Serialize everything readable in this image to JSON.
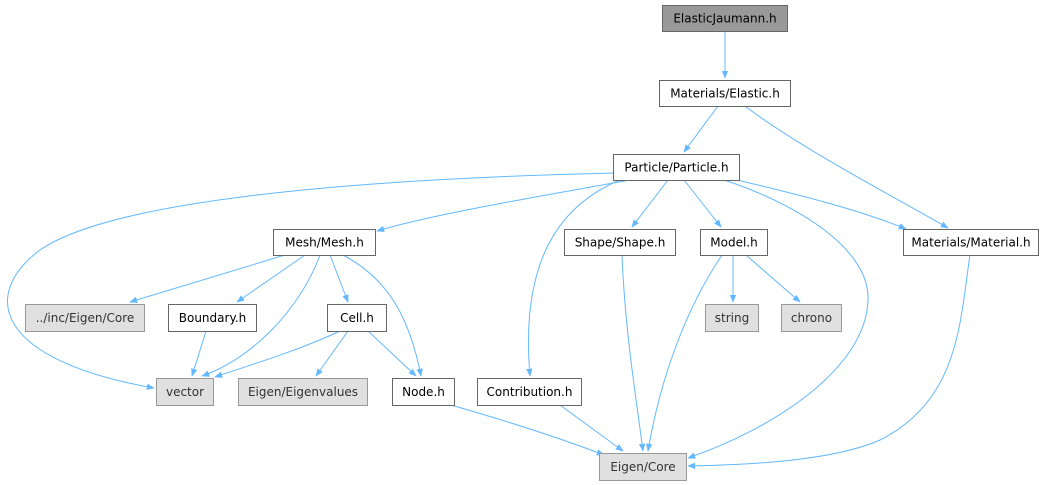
{
  "nodes": {
    "elastic_jaumann": {
      "label": "ElasticJaumann.h",
      "kind": "root"
    },
    "materials_elastic": {
      "label": "Materials/Elastic.h",
      "kind": "header"
    },
    "particle": {
      "label": "Particle/Particle.h",
      "kind": "header"
    },
    "mesh": {
      "label": "Mesh/Mesh.h",
      "kind": "header"
    },
    "shape": {
      "label": "Shape/Shape.h",
      "kind": "header"
    },
    "model": {
      "label": "Model.h",
      "kind": "header"
    },
    "materials_material": {
      "label": "Materials/Material.h",
      "kind": "header"
    },
    "inc_eigen_core": {
      "label": "../inc/Eigen/Core",
      "kind": "external"
    },
    "boundary": {
      "label": "Boundary.h",
      "kind": "header"
    },
    "cell": {
      "label": "Cell.h",
      "kind": "header"
    },
    "string": {
      "label": "string",
      "kind": "external"
    },
    "chrono": {
      "label": "chrono",
      "kind": "external"
    },
    "vector": {
      "label": "vector",
      "kind": "external"
    },
    "eigen_eigenvalues": {
      "label": "Eigen/Eigenvalues",
      "kind": "external"
    },
    "node": {
      "label": "Node.h",
      "kind": "header"
    },
    "contribution": {
      "label": "Contribution.h",
      "kind": "header"
    },
    "eigen_core": {
      "label": "Eigen/Core",
      "kind": "external"
    }
  },
  "edges": [
    [
      "elastic_jaumann",
      "materials_elastic"
    ],
    [
      "materials_elastic",
      "particle"
    ],
    [
      "materials_elastic",
      "materials_material"
    ],
    [
      "particle",
      "vector"
    ],
    [
      "particle",
      "mesh"
    ],
    [
      "particle",
      "contribution"
    ],
    [
      "particle",
      "shape"
    ],
    [
      "particle",
      "model"
    ],
    [
      "particle",
      "eigen_core"
    ],
    [
      "particle",
      "materials_material"
    ],
    [
      "mesh",
      "inc_eigen_core"
    ],
    [
      "mesh",
      "boundary"
    ],
    [
      "mesh",
      "vector"
    ],
    [
      "mesh",
      "cell"
    ],
    [
      "mesh",
      "node"
    ],
    [
      "boundary",
      "vector"
    ],
    [
      "cell",
      "vector"
    ],
    [
      "cell",
      "eigen_eigenvalues"
    ],
    [
      "cell",
      "node"
    ],
    [
      "node",
      "eigen_core"
    ],
    [
      "contribution",
      "eigen_core"
    ],
    [
      "shape",
      "eigen_core"
    ],
    [
      "model",
      "string"
    ],
    [
      "model",
      "chrono"
    ],
    [
      "model",
      "eigen_core"
    ],
    [
      "materials_material",
      "eigen_core"
    ]
  ],
  "colors": {
    "edge": "#63b8ff",
    "root_fill": "#999999",
    "root_stroke": "#666666",
    "header_fill": "#ffffff",
    "header_stroke": "#666666",
    "external_fill": "#e0e0e0",
    "external_stroke": "#999999",
    "text": "#000000",
    "external_text": "#333333"
  }
}
